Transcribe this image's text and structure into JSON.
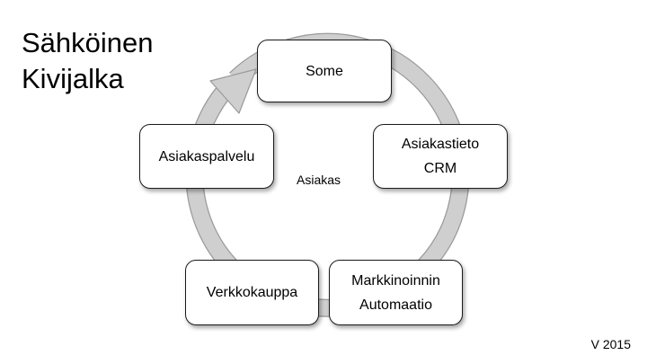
{
  "title": {
    "line1": "Sähköinen",
    "line2": "Kivijalka"
  },
  "center_label": "Asiakas",
  "nodes": [
    {
      "id": "some",
      "lines": [
        "Some"
      ]
    },
    {
      "id": "asiakastieto",
      "lines": [
        "Asiakastieto",
        "CRM"
      ]
    },
    {
      "id": "markkinoinnin",
      "lines": [
        "Markkinoinnin",
        "Automaatio"
      ]
    },
    {
      "id": "verkkokauppa",
      "lines": [
        "Verkkokauppa"
      ]
    },
    {
      "id": "asiakaspalvelu",
      "lines": [
        "Asiakaspalvelu"
      ]
    }
  ],
  "version": "V 2015",
  "colors": {
    "ring_fill": "#cfcfcf",
    "ring_stroke": "#9a9a9a",
    "box_border": "#1a1a1a"
  }
}
